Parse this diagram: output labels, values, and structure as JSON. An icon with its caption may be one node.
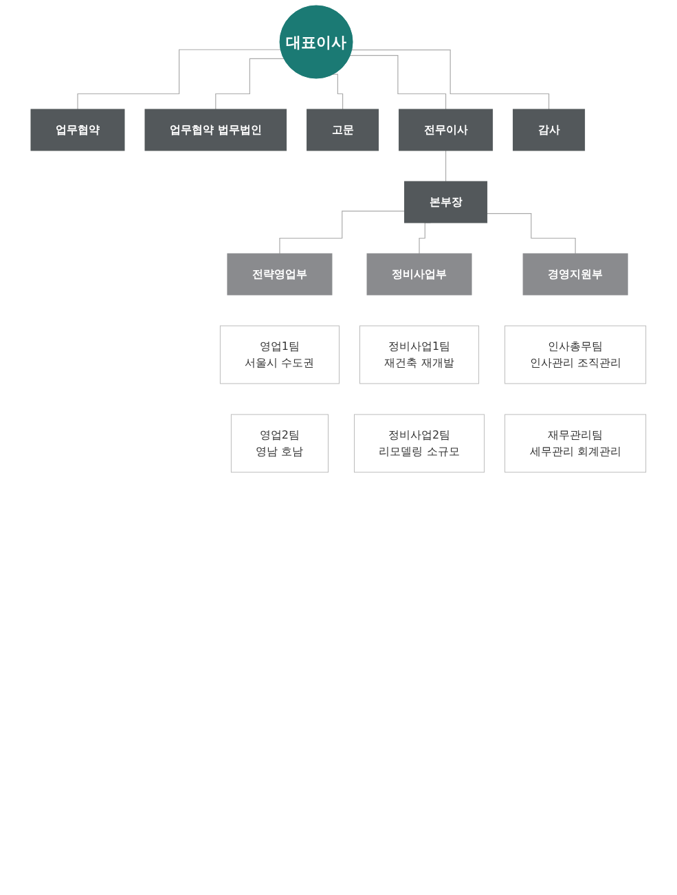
{
  "diagram": {
    "nodes": [
      {
        "text": [
          "대표이사"
        ]
      },
      {
        "text": [
          "업무협약"
        ]
      },
      {
        "text": [
          "업무협약 법무법인"
        ]
      },
      {
        "text": [
          "고문"
        ]
      },
      {
        "text": [
          "전무이사"
        ]
      },
      {
        "text": [
          "감사"
        ]
      },
      {
        "text": [
          "본부장"
        ]
      },
      {
        "text": [
          "전략영업부"
        ]
      },
      {
        "text": [
          "정비사업부"
        ]
      },
      {
        "text": [
          "경영지원부"
        ]
      },
      {
        "text": [
          "영업1팀",
          "서울시 수도권"
        ]
      },
      {
        "text": [
          "정비사업1팀",
          "재건축 재개발"
        ]
      },
      {
        "text": [
          "인사총무팀",
          "인사관리 조직관리"
        ]
      },
      {
        "text": [
          "영업2팀",
          "영남 호남"
        ]
      },
      {
        "text": [
          "정비사업2팀",
          "리모델링 소규모"
        ]
      },
      {
        "text": [
          "재무관리팀",
          "세무관리 회계관리"
        ]
      }
    ],
    "edges": [
      {
        "from": 0,
        "to": 1,
        "arrow": "none"
      },
      {
        "from": 0,
        "to": 2,
        "arrow": "none"
      },
      {
        "from": 0,
        "to": 3,
        "arrow": "none"
      },
      {
        "from": 0,
        "to": 4,
        "arrow": "none"
      },
      {
        "from": 0,
        "to": 5,
        "arrow": "none"
      },
      {
        "from": 4,
        "to": 6,
        "arrow": "none"
      },
      {
        "from": 6,
        "to": 7,
        "arrow": "none"
      },
      {
        "from": 6,
        "to": 8,
        "arrow": "none"
      },
      {
        "from": 6,
        "to": 9,
        "arrow": "none"
      }
    ]
  }
}
